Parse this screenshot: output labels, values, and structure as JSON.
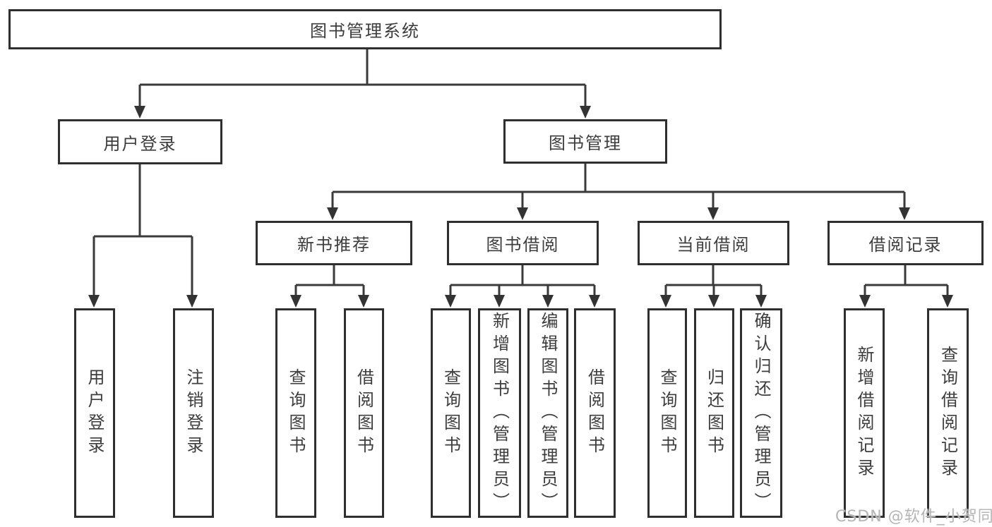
{
  "diagram_type": "hierarchy-tree",
  "colors": {
    "background": "#ffffff",
    "box_border": "#2f2f2f",
    "connector_line": "#3a3a3a",
    "text": "#3d3d3d",
    "watermark": "#b5b5b5"
  },
  "tree": {
    "label": "图书管理系统",
    "children": [
      {
        "label": "用户登录",
        "children": [
          {
            "label": "用户登录"
          },
          {
            "label": "注销登录"
          }
        ]
      },
      {
        "label": "图书管理",
        "children": [
          {
            "label": "新书推荐",
            "children": [
              {
                "label": "查询图书"
              },
              {
                "label": "借阅图书"
              }
            ]
          },
          {
            "label": "图书借阅",
            "children": [
              {
                "label": "查询图书"
              },
              {
                "label": "新增图书（管理员）"
              },
              {
                "label": "编辑图书（管理员）"
              },
              {
                "label": "借阅图书"
              }
            ]
          },
          {
            "label": "当前借阅",
            "children": [
              {
                "label": "查询图书"
              },
              {
                "label": "归还图书"
              },
              {
                "label": "确认归还（管理员）"
              }
            ]
          },
          {
            "label": "借阅记录",
            "children": [
              {
                "label": "新增借阅记录"
              },
              {
                "label": "查询借阅记录"
              }
            ]
          }
        ]
      }
    ]
  },
  "watermark": {
    "text": "CSDN @软件_小贺同学"
  }
}
